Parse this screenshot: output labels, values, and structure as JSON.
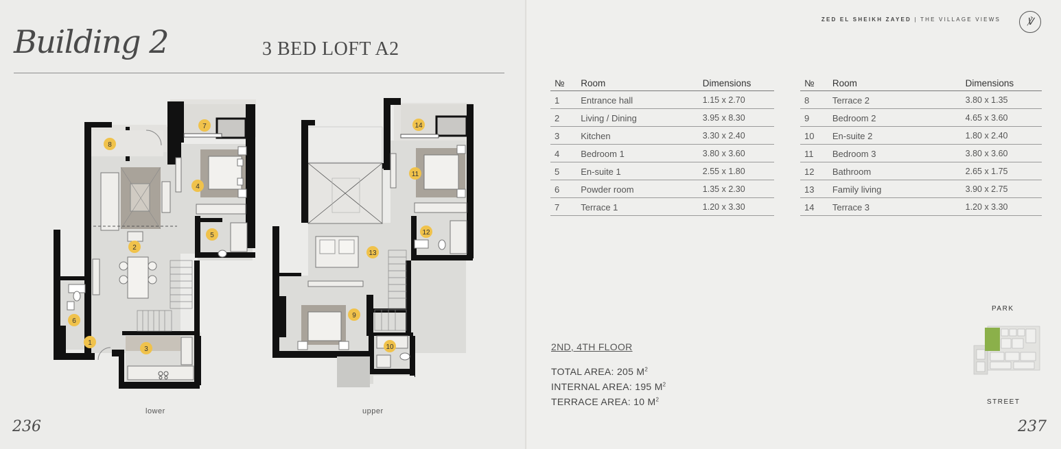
{
  "left_page": {
    "building_title": "Building 2",
    "unit_title": "3 BED LOFT A2",
    "plan_lower_label": "lower",
    "plan_upper_label": "upper",
    "page_number": "236",
    "room_markers_lower": [
      "1",
      "2",
      "3",
      "4",
      "5",
      "6",
      "7",
      "8"
    ],
    "room_markers_upper": [
      "9",
      "10",
      "11",
      "12",
      "13",
      "14"
    ]
  },
  "right_page": {
    "brand_name": "ZED EL SHEIKH ZAYED",
    "brand_separator": "|",
    "brand_project": "THE VILLAGE VIEWS",
    "logo_mark": "℣",
    "headers": {
      "no": "№",
      "room": "Room",
      "dimensions": "Dimensions"
    },
    "rooms_left": [
      {
        "no": "1",
        "room": "Entrance hall",
        "dim": "1.15 x 2.70"
      },
      {
        "no": "2",
        "room": "Living / Dining",
        "dim": "3.95 x 8.30"
      },
      {
        "no": "3",
        "room": "Kitchen",
        "dim": "3.30 x 2.40"
      },
      {
        "no": "4",
        "room": "Bedroom 1",
        "dim": "3.80 x 3.60"
      },
      {
        "no": "5",
        "room": "En-suite 1",
        "dim": "2.55 x 1.80"
      },
      {
        "no": "6",
        "room": "Powder room",
        "dim": "1.35 x 2.30"
      },
      {
        "no": "7",
        "room": "Terrace 1",
        "dim": "1.20 x 3.30"
      }
    ],
    "rooms_right": [
      {
        "no": "8",
        "room": "Terrace 2",
        "dim": "3.80 x 1.35"
      },
      {
        "no": "9",
        "room": "Bedroom 2",
        "dim": "4.65 x 3.60"
      },
      {
        "no": "10",
        "room": "En-suite 2",
        "dim": "1.80 x 2.40"
      },
      {
        "no": "11",
        "room": "Bedroom 3",
        "dim": "3.80 x 3.60"
      },
      {
        "no": "12",
        "room": "Bathroom",
        "dim": "2.65 x 1.75"
      },
      {
        "no": "13",
        "room": "Family living",
        "dim": "3.90 x 2.75"
      },
      {
        "no": "14",
        "room": "Terrace 3",
        "dim": "1.20 x 3.30"
      }
    ],
    "floor_label": "2ND, 4TH FLOOR",
    "areas": [
      {
        "label": "TOTAL AREA:",
        "value": "205 M",
        "sup": "2"
      },
      {
        "label": "INTERNAL AREA:",
        "value": "195 M",
        "sup": "2"
      },
      {
        "label": "TERRACE AREA:",
        "value": "10 M",
        "sup": "2"
      }
    ],
    "key_plan_top": "PARK",
    "key_plan_bottom": "STREET",
    "page_number": "237"
  },
  "colors": {
    "marker": "#f0c24b",
    "wall": "#111111",
    "floor": "#dcdcd9",
    "furniture": "#bdb7ae",
    "highlight": "#8bb04a"
  }
}
